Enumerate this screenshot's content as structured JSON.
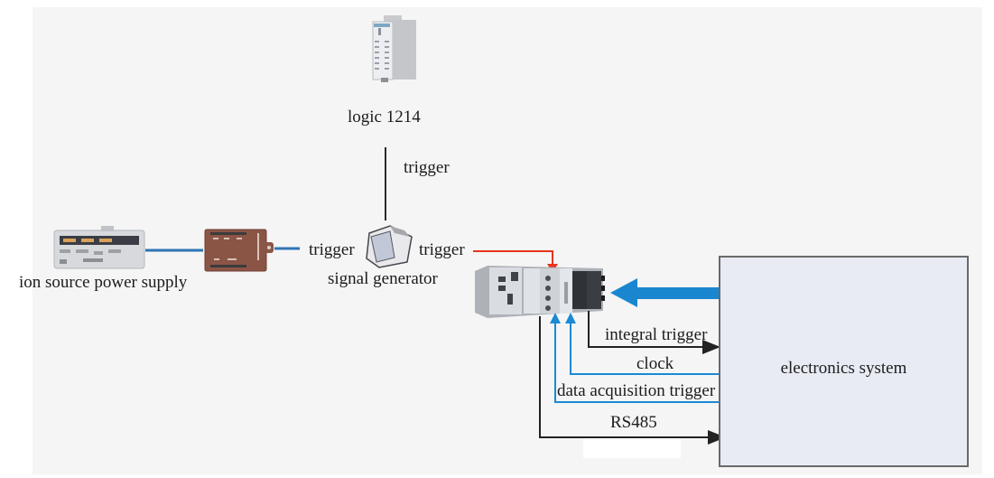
{
  "diagram": {
    "nodes": {
      "logic_module": {
        "label": "logic 1214"
      },
      "power_supply": {
        "label": "ion source power supply"
      },
      "signal_generator": {
        "label": "signal generator",
        "input_label": "trigger",
        "output_label": "trigger"
      },
      "electronics_system": {
        "label": "electronics system"
      },
      "daq_chassis": {
        "label": ""
      }
    },
    "edges": {
      "logic_to_siggen": {
        "label": "trigger"
      },
      "integral_trigger": {
        "label": "integral trigger"
      },
      "clock": {
        "label": "clock"
      },
      "daq_trigger": {
        "label": "data acquisition trigger"
      },
      "rs485": {
        "label": "RS485"
      }
    },
    "colors": {
      "red_trigger": "#e8341c",
      "blue_signal": "#1a8ad4",
      "black_signal": "#222222",
      "box_fill": "#e8ebf3",
      "background": "#f5f5f5"
    }
  }
}
